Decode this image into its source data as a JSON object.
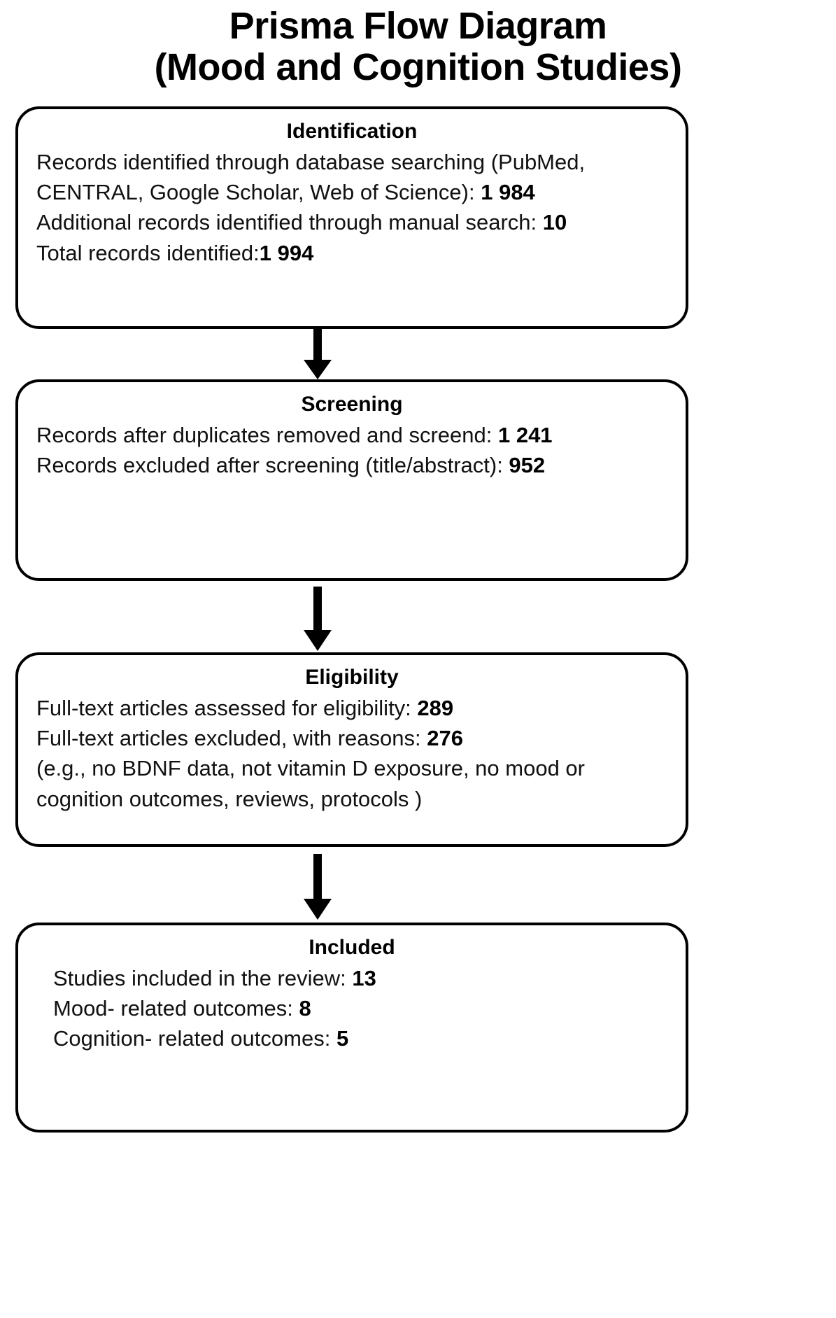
{
  "title": {
    "line1": "Prisma Flow Diagram",
    "line2": "(Mood and Cognition Studies)"
  },
  "boxes": [
    {
      "id": "identification",
      "heading": "Identification",
      "lines": [
        {
          "text": "Records identified through database searching (PubMed, CENTRAL, Google Scholar, Web of Science): ",
          "value": "1 984"
        },
        {
          "text": "Additional records identified through manual search: ",
          "value": "10"
        },
        {
          "text": "Total records identified:",
          "value": "1 994"
        }
      ]
    },
    {
      "id": "screening",
      "heading": "Screening",
      "lines": [
        {
          "text": "Records after duplicates removed and screend: ",
          "value": "1 241"
        },
        {
          "text": "Records excluded after screening (title/abstract): ",
          "value": "952"
        }
      ]
    },
    {
      "id": "eligibility",
      "heading": "Eligibility",
      "lines": [
        {
          "text": "Full-text articles assessed for eligibility: ",
          "value": "289"
        },
        {
          "text": "Full-text articles excluded, with reasons: ",
          "value": "276"
        },
        {
          "text": "(e.g., no BDNF data, not vitamin D exposure, no mood or cognition outcomes, reviews, protocols )",
          "value": ""
        }
      ]
    },
    {
      "id": "included",
      "heading": "Included",
      "lines": [
        {
          "text": "Studies included in the review: ",
          "value": "13"
        },
        {
          "text": "Mood- related outcomes: ",
          "value": "8"
        },
        {
          "text": "Cognition- related outcomes: ",
          "value": "5"
        }
      ]
    }
  ],
  "arrows": [
    {
      "name": "arrow-identification-to-screening"
    },
    {
      "name": "arrow-screening-to-eligibility"
    },
    {
      "name": "arrow-eligibility-to-included"
    }
  ],
  "colors": {
    "stroke": "#000000",
    "background": "#ffffff",
    "text": "#111111"
  }
}
